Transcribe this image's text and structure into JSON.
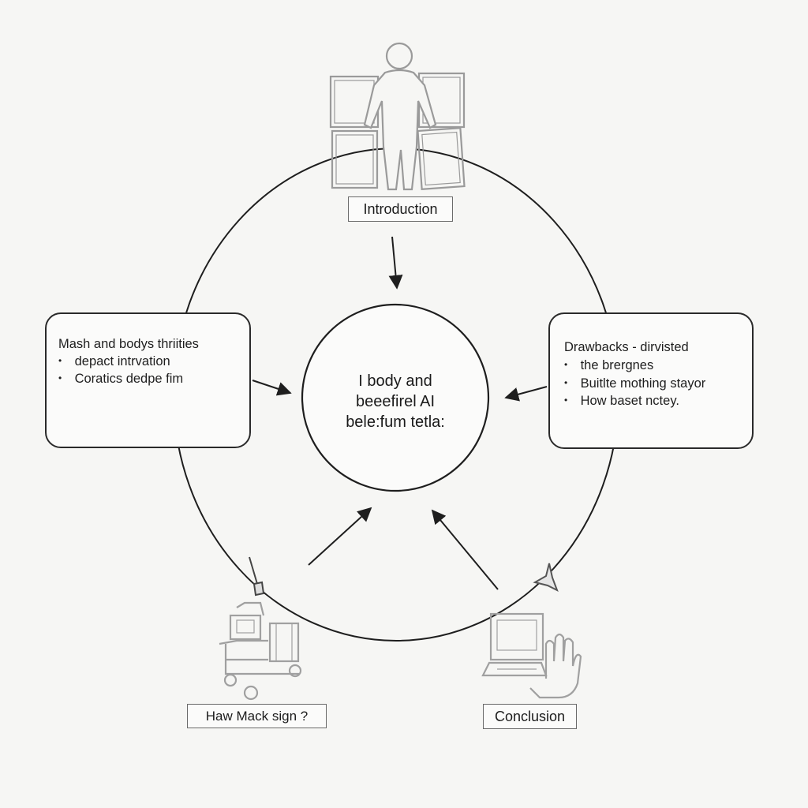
{
  "diagram": {
    "nodes": {
      "introduction": {
        "label": "Introduction"
      },
      "center": {
        "lines": [
          "I body and",
          "beeefirel AI",
          "bele:fum tetla:"
        ]
      },
      "left_card": {
        "heading": "Mash and bodys thriities",
        "bullets": [
          "depact intrvation",
          "Coratics dedpe fim"
        ]
      },
      "right_card": {
        "heading": "Drawbacks - dirvisted",
        "bullets": [
          "the brergnes",
          "Buitlte mothing stayor",
          "How baset nctey."
        ]
      },
      "bottom_left": {
        "label": "Haw Mack sign ?"
      },
      "conclusion": {
        "label": "Conclusion"
      }
    },
    "icons": [
      "person-with-panels-icon",
      "cart-icon",
      "computer-hand-icon",
      "pencil-icon",
      "bird-icon"
    ],
    "colors": {
      "stroke": "#1e1e1e",
      "icon_stroke": "#9a9a9a",
      "background": "#f6f6f4"
    }
  }
}
